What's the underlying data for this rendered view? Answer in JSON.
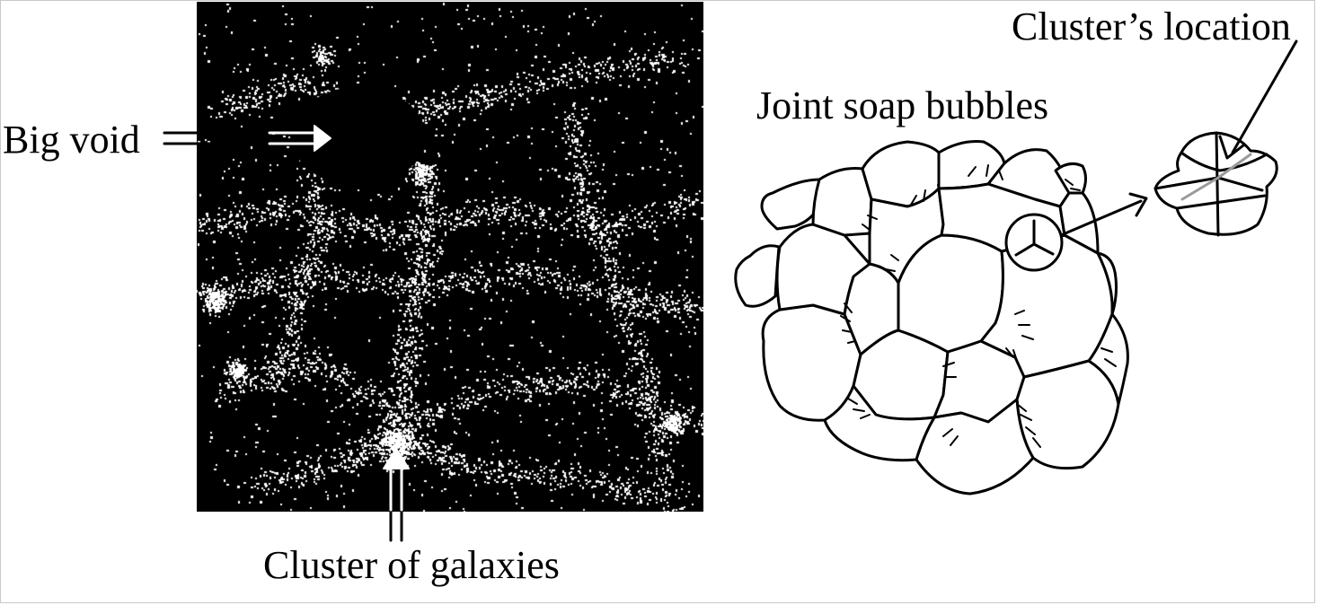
{
  "labels": {
    "big_void": "Big void",
    "cluster_of_galaxies": "Cluster of galaxies",
    "joint_soap_bubbles": "Joint soap bubbles",
    "clusters_location": "Cluster’s location"
  },
  "colors": {
    "background": "#ffffff",
    "cosmos": "#000000",
    "galaxy": "#ffffff",
    "ink": "#000000",
    "highlight": "#9a9a9a"
  }
}
